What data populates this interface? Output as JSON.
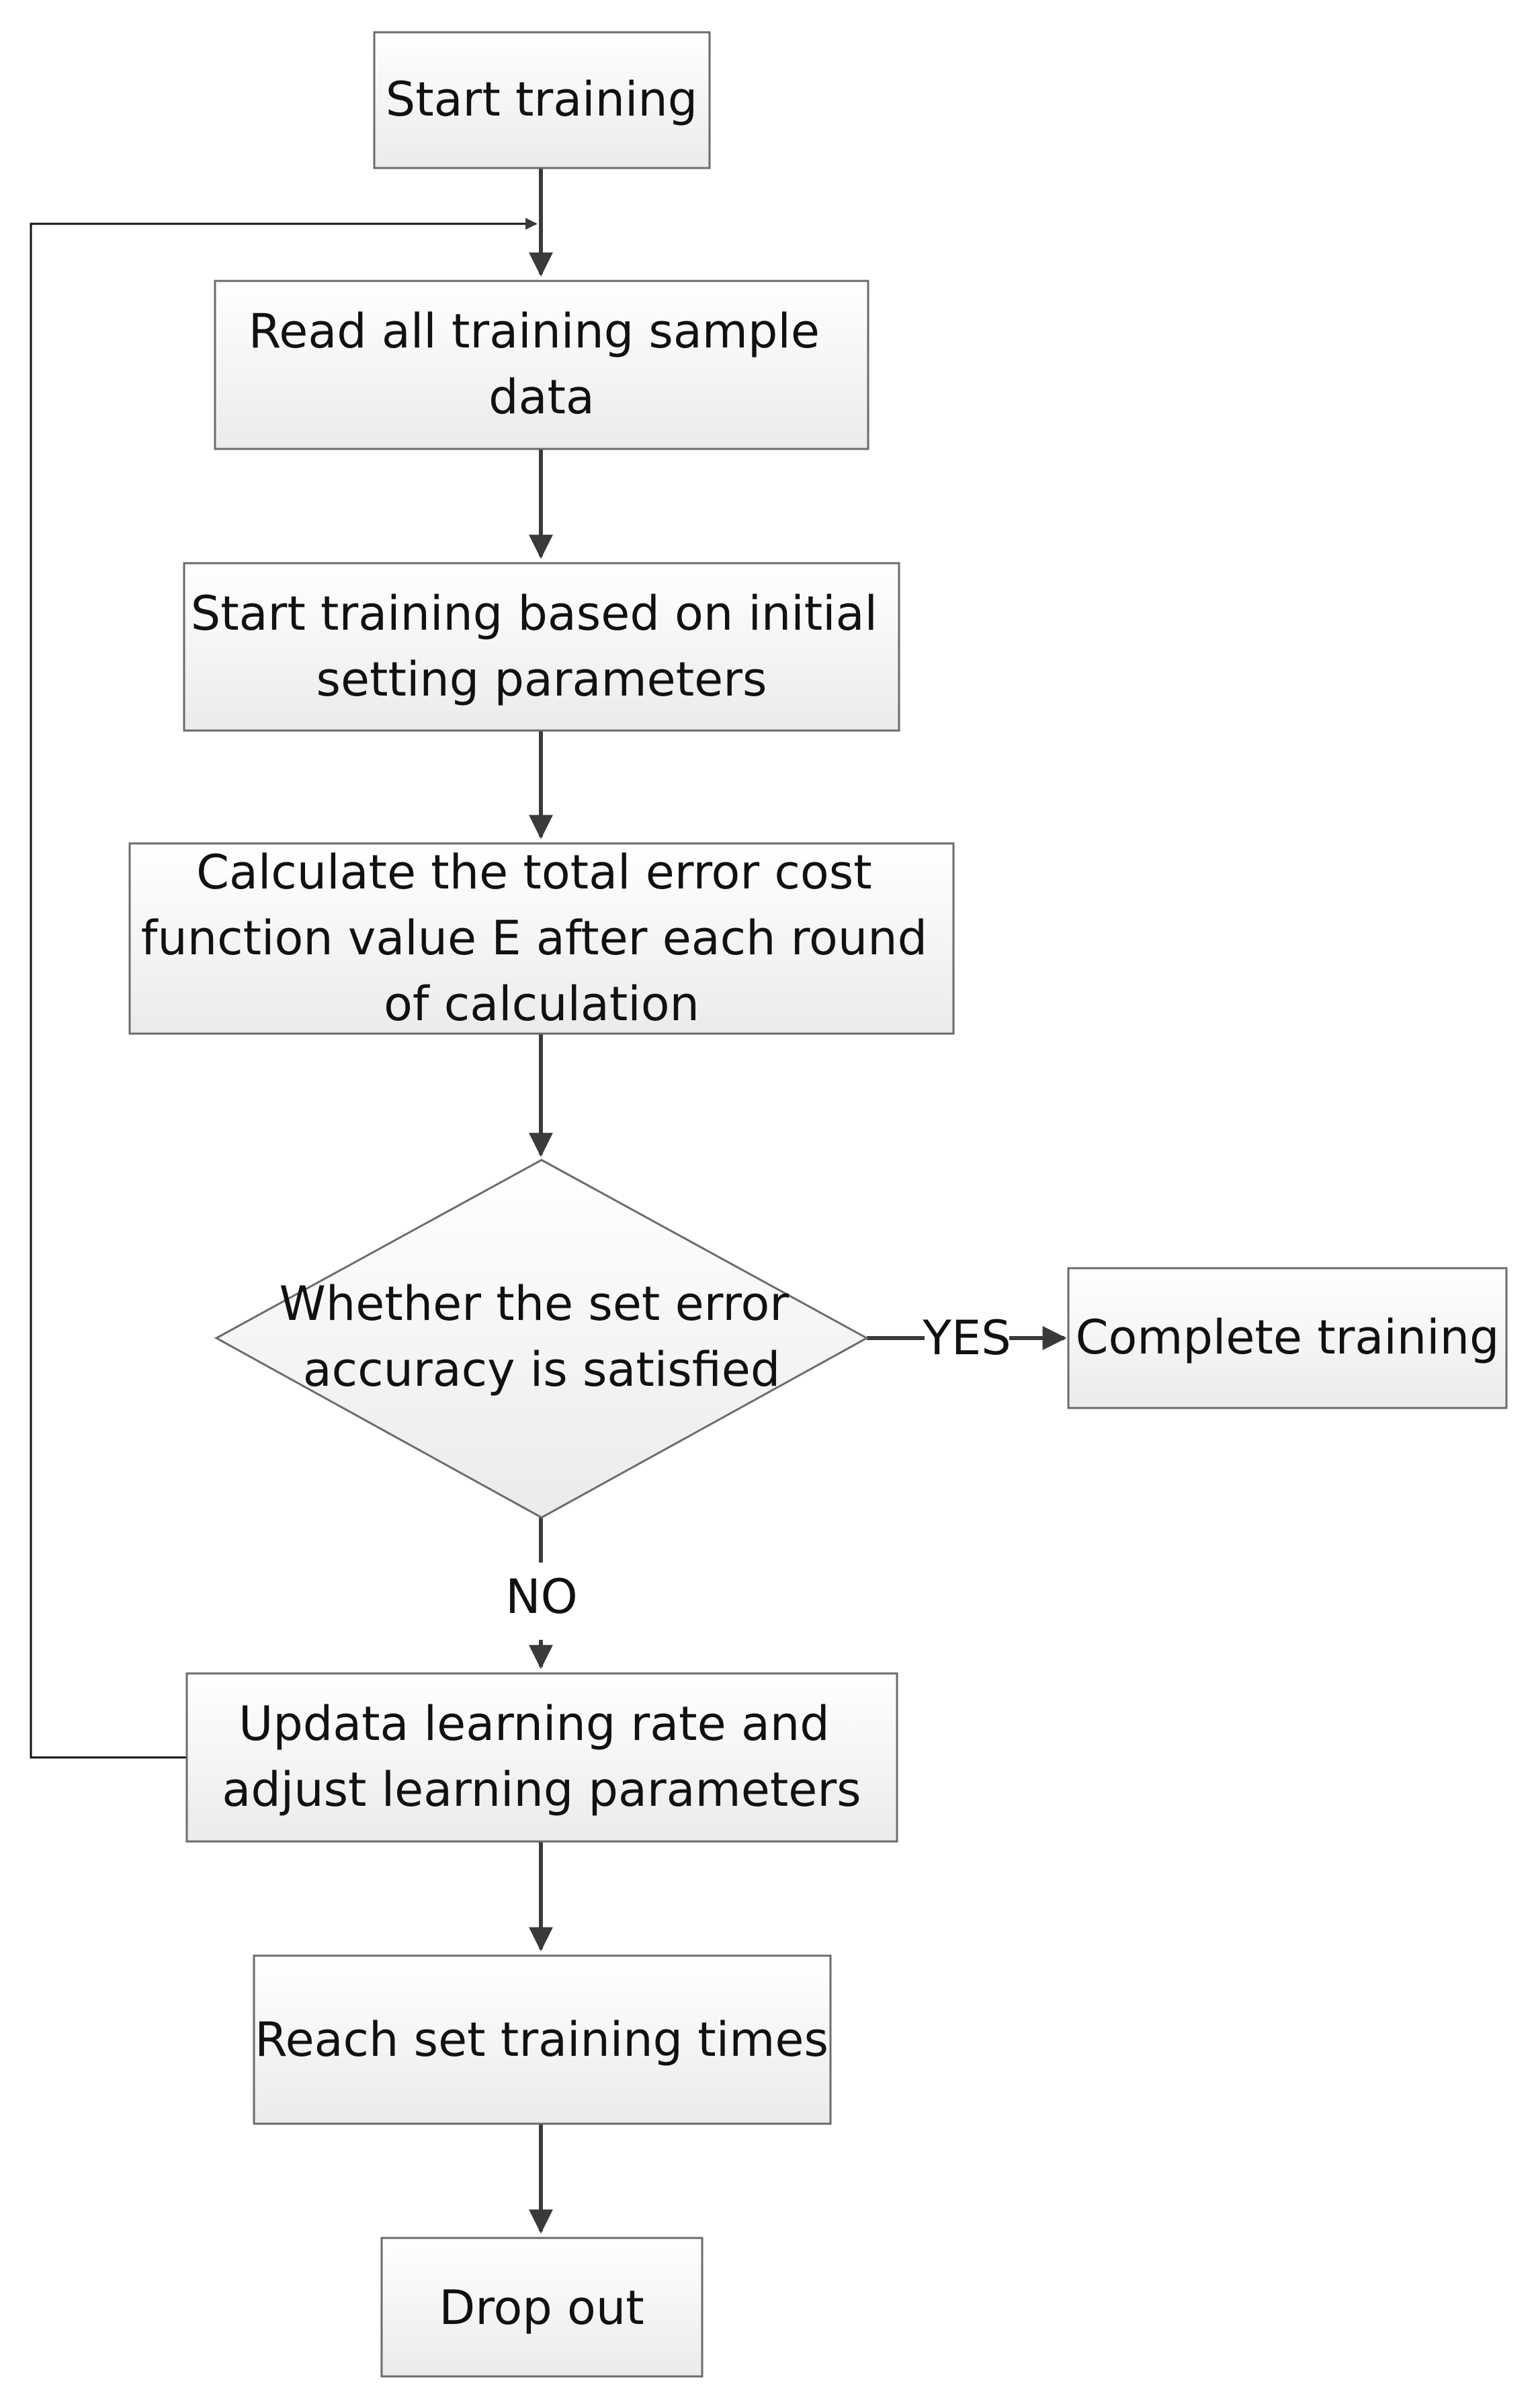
{
  "nodes": {
    "start": {
      "lines": [
        "Start training"
      ]
    },
    "read": {
      "lines": [
        "Read all training sample",
        "data"
      ]
    },
    "begin": {
      "lines": [
        "Start training based on initial",
        "setting parameters"
      ]
    },
    "calc": {
      "lines": [
        "Calculate the total error cost",
        "function value E after each round",
        "of calculation"
      ]
    },
    "decision": {
      "lines": [
        "Whether the set error",
        "accuracy is satisfied"
      ]
    },
    "complete": {
      "lines": [
        "Complete training"
      ]
    },
    "update": {
      "lines": [
        "Updata learning rate and",
        "adjust learning parameters"
      ]
    },
    "reach": {
      "lines": [
        "Reach set training times"
      ]
    },
    "dropout": {
      "lines": [
        "Drop out"
      ]
    }
  },
  "edges": {
    "yes_label": "YES",
    "no_label": "NO"
  },
  "colors": {
    "box_fill_top": "#ffffff",
    "box_fill_bottom": "#ebebeb",
    "stroke": "#6b6b6b",
    "arrow": "#3a3a3a"
  }
}
